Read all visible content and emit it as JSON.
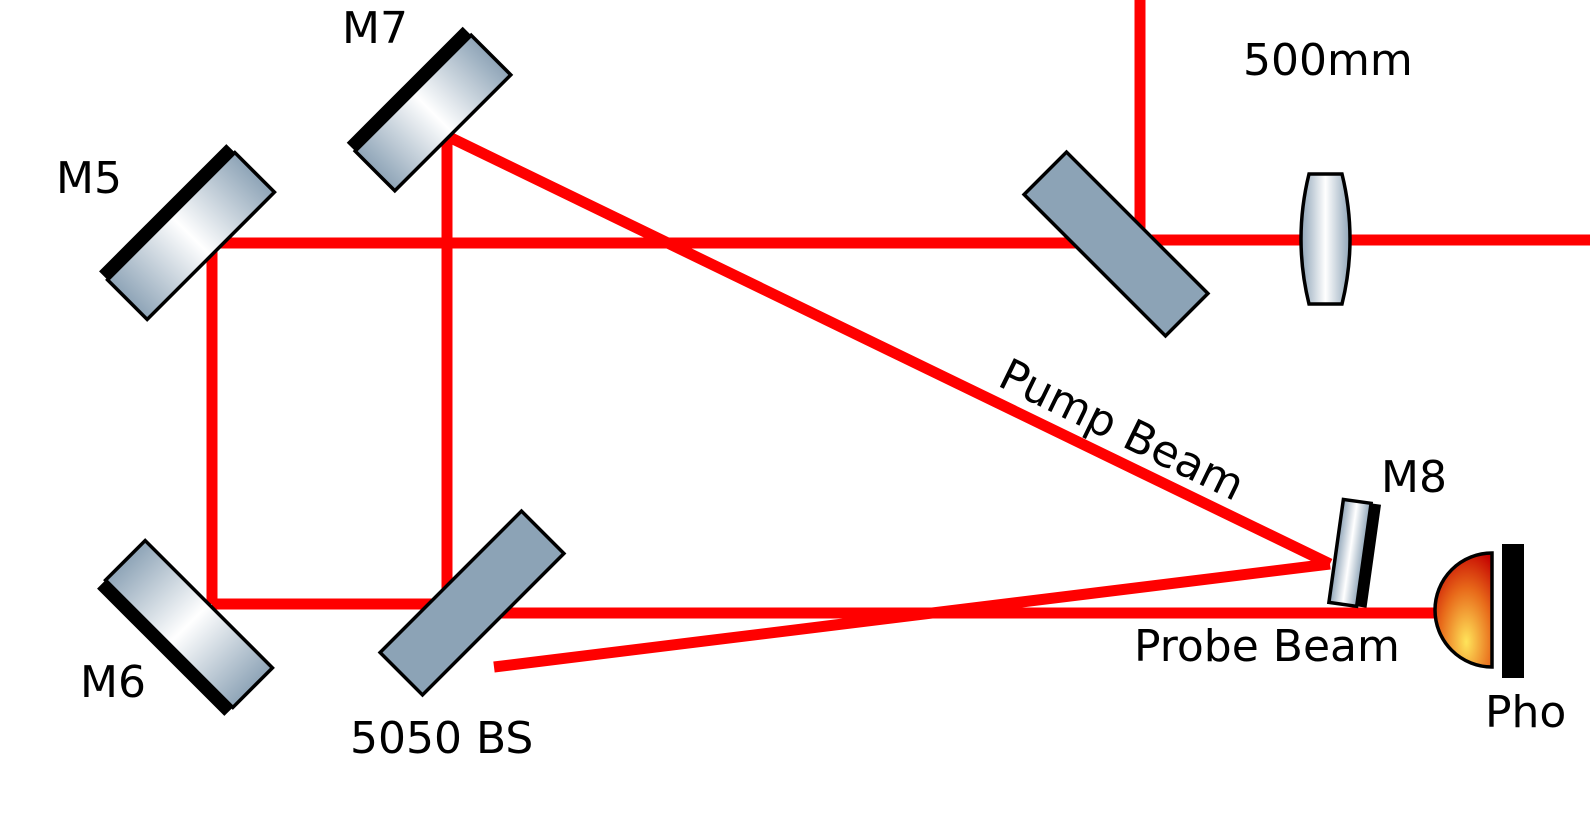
{
  "labels": {
    "m7": "M7",
    "m5": "M5",
    "m6": "M6",
    "m8": "M8",
    "beam_splitter": "5050 BS",
    "focal_length": "500mm",
    "pump_beam": "Pump Beam",
    "probe_beam": "Probe Beam",
    "photodiode": "Pho"
  },
  "colors": {
    "beam": "#ff0000",
    "mirror_backing": "#000000",
    "splitter_fill": "#8ca3b6",
    "glass_edge": "#8ea4b7",
    "glass_center": "#ffffff",
    "detector_inner": "#ffe45a",
    "detector_outer": "#c40000"
  }
}
